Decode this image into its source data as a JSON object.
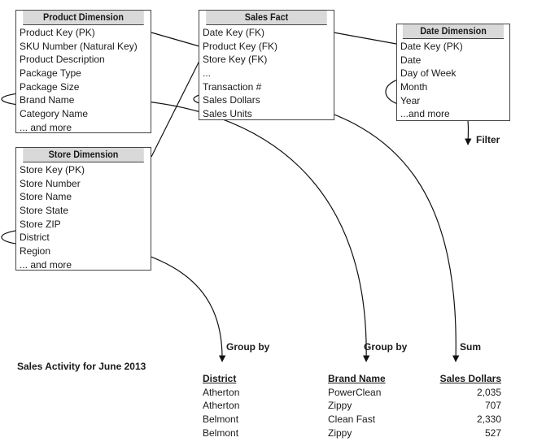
{
  "tables": {
    "product": {
      "title": "Product Dimension",
      "rows": [
        "Product Key (PK)",
        "SKU Number (Natural Key)",
        "Product Description",
        "Package Type",
        "Package Size",
        "Brand Name",
        "Category Name",
        "... and more"
      ]
    },
    "sales_fact": {
      "title": "Sales Fact",
      "rows": [
        "Date Key (FK)",
        "Product Key (FK)",
        "Store Key (FK)",
        "...",
        "Transaction #",
        "Sales Dollars",
        "Sales Units"
      ]
    },
    "date": {
      "title": "Date Dimension",
      "rows": [
        "Date Key (PK)",
        "Date",
        "Day of Week",
        "Month",
        "Year",
        "...and more"
      ]
    },
    "store": {
      "title": "Store Dimension",
      "rows": [
        "Store Key (PK)",
        "Store Number",
        "Store Name",
        "Store State",
        "Store ZIP",
        "District",
        "Region",
        "... and more"
      ]
    }
  },
  "labels": {
    "filter": "Filter",
    "group_by_district": "Group by",
    "group_by_brand": "Group by",
    "sum": "Sum",
    "report_title": "Sales Activity for June 2013"
  },
  "report": {
    "headers": {
      "district": "District",
      "brand": "Brand Name",
      "sales": "Sales Dollars"
    },
    "rows": [
      {
        "district": "Atherton",
        "brand": "PowerClean",
        "sales": "2,035"
      },
      {
        "district": "Atherton",
        "brand": "Zippy",
        "sales": "707"
      },
      {
        "district": "Belmont",
        "brand": "Clean Fast",
        "sales": "2,330"
      },
      {
        "district": "Belmont",
        "brand": "Zippy",
        "sales": "527"
      }
    ]
  }
}
